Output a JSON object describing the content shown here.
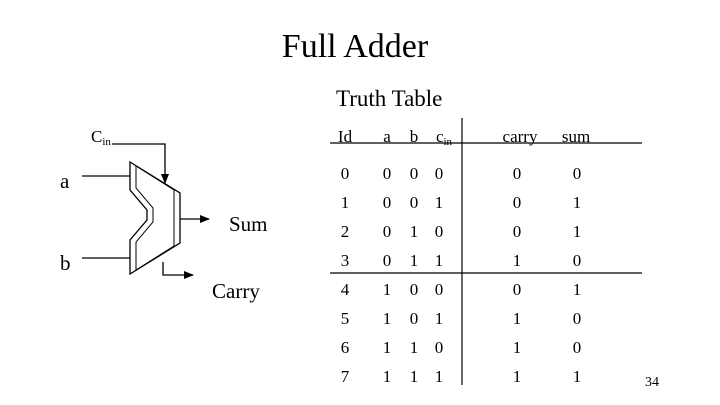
{
  "slide": {
    "title": "Full Adder",
    "page_number": "34"
  },
  "diagram": {
    "input_cin": "C",
    "input_cin_sub": "in",
    "input_a": "a",
    "input_b": "b",
    "output_sum": "Sum",
    "output_carry": "Carry"
  },
  "truth_table": {
    "caption": "Truth Table",
    "headers": {
      "id": "Id",
      "a": "a",
      "b": "b",
      "cin": "c",
      "cin_sub": "in",
      "carry": "carry",
      "sum": "sum"
    },
    "rows": [
      {
        "id": "0",
        "a": "0",
        "b": "0",
        "cin": "0",
        "carry": "0",
        "sum": "0"
      },
      {
        "id": "1",
        "a": "0",
        "b": "0",
        "cin": "1",
        "carry": "0",
        "sum": "1"
      },
      {
        "id": "2",
        "a": "0",
        "b": "1",
        "cin": "0",
        "carry": "0",
        "sum": "1"
      },
      {
        "id": "3",
        "a": "0",
        "b": "1",
        "cin": "1",
        "carry": "1",
        "sum": "0"
      },
      {
        "id": "4",
        "a": "1",
        "b": "0",
        "cin": "0",
        "carry": "0",
        "sum": "1"
      },
      {
        "id": "5",
        "a": "1",
        "b": "0",
        "cin": "1",
        "carry": "1",
        "sum": "0"
      },
      {
        "id": "6",
        "a": "1",
        "b": "1",
        "cin": "0",
        "carry": "1",
        "sum": "0"
      },
      {
        "id": "7",
        "a": "1",
        "b": "1",
        "cin": "1",
        "carry": "1",
        "sum": "1"
      }
    ]
  }
}
